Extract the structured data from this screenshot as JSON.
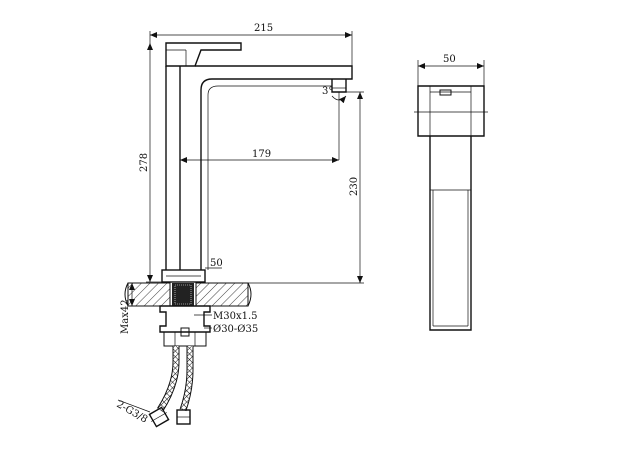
{
  "dimensions": {
    "spout_reach_total": "215",
    "spout_reach_to_outlet": "179",
    "overall_height": "278",
    "outlet_height": "230",
    "base_diameter": "50",
    "side_width": "50",
    "max_deck_thickness": "Max42",
    "thread_spec": "M30x1.5",
    "hole_diameter": "Ø30-Ø35",
    "hose_connection": "2-G3/8",
    "swivel_angle": "3°"
  }
}
